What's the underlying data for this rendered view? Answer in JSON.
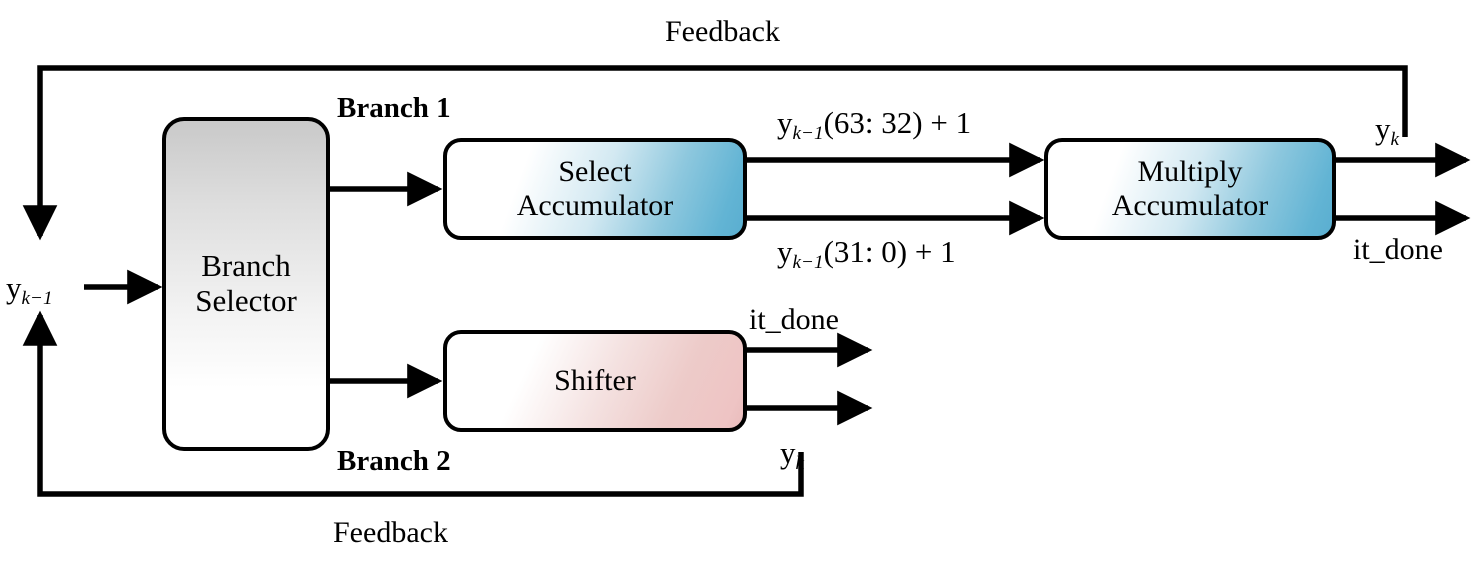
{
  "diagram": {
    "title": "Iterative divider datapath block diagram",
    "blocks": [
      {
        "id": "branch-selector",
        "line1": "Branch",
        "line2": "Selector",
        "fill": "#dedede"
      },
      {
        "id": "select-accumulator",
        "line1": "Select",
        "line2": "Accumulator",
        "fill": "#62b4d4"
      },
      {
        "id": "multiply-accumulator",
        "line1": "Multiply",
        "line2": "Accumulator",
        "fill": "#62b4d4"
      },
      {
        "id": "shifter",
        "line1": "Shifter",
        "line2": "",
        "fill": "#eec4c4"
      }
    ],
    "labels": {
      "feedback_top": "Feedback",
      "feedback_bottom": "Feedback",
      "branch_1": "Branch 1",
      "branch_2": "Branch 2",
      "input_signal": "y",
      "input_signal_sub": "k−1",
      "sum_high": "(63: 32) + 1",
      "sum_low": "(31: 0) + 1",
      "output_yk": "y",
      "output_yk_sub": "k",
      "output_it_done": "it_done"
    },
    "colors": {
      "accent_blue": "#62b4d4",
      "accent_pink": "#eec4c4",
      "block_gray": "#dedede",
      "wire": "#000000",
      "background": "#ffffff"
    }
  }
}
